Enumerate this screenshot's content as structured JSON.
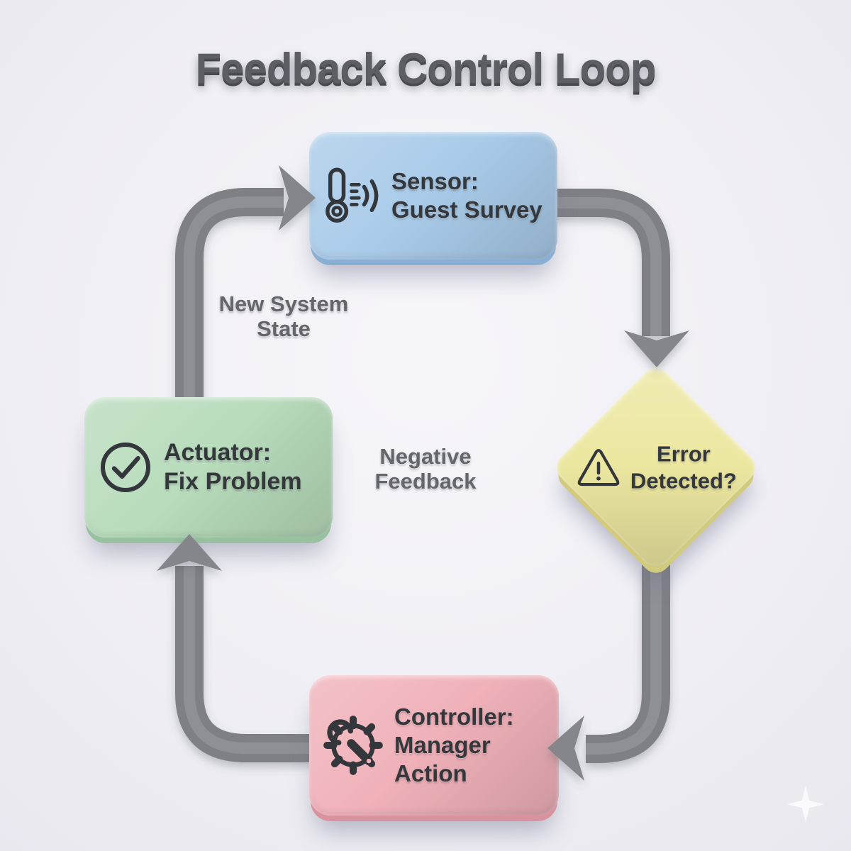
{
  "title": "Feedback Control Loop",
  "nodes": {
    "sensor": {
      "lines": [
        "Sensor:",
        "Guest Survey"
      ],
      "icon": "thermometer-signal-icon",
      "color": "#a9cbe9",
      "color_dark": "#89afd4"
    },
    "error": {
      "lines": [
        "Error",
        "Detected?"
      ],
      "icon": "warning-triangle-icon",
      "color": "#ece7a0",
      "color_dark": "#d2cb7e"
    },
    "controller": {
      "lines": [
        "Controller:",
        "Manager",
        "Action"
      ],
      "icon": "gear-wrench-icon",
      "color": "#f0b1b9",
      "color_dark": "#d9929e"
    },
    "actuator": {
      "lines": [
        "Actuator:",
        "Fix Problem"
      ],
      "icon": "check-circle-icon",
      "color": "#b8dcbc",
      "color_dark": "#98c29f"
    }
  },
  "edge_labels": {
    "new_system_state": {
      "lines": [
        "New System",
        "State"
      ]
    },
    "negative_feedback": {
      "lines": [
        "Negative",
        "Feedback"
      ]
    }
  },
  "flow": [
    "actuator -> sensor",
    "sensor -> error",
    "error -> controller",
    "controller -> actuator"
  ],
  "decorations": {
    "sparkle_icon": "four-point-star"
  },
  "colors": {
    "background": "#f1f0f5",
    "pipe": "#7f8085",
    "pipe_highlight": "#9d9ea3",
    "arrowhead": "#85868b",
    "node_text": "#34373c",
    "edge_label_text": "#64666c",
    "title_text": "#5c5e63"
  }
}
